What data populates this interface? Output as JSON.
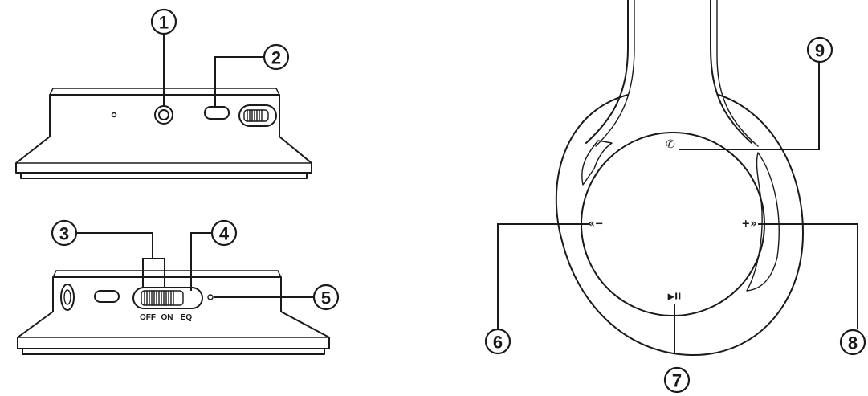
{
  "callouts": {
    "c1": "1",
    "c2": "2",
    "c3": "3",
    "c4": "4",
    "c5": "5",
    "c6": "6",
    "c7": "7",
    "c8": "8",
    "c9": "9"
  },
  "switch_labels": {
    "off": "OFF",
    "on": "ON",
    "eq": "EQ"
  },
  "button_glyphs": {
    "call": "✆",
    "prev": "«−",
    "next": "+»",
    "play_pause": "▶II"
  },
  "icons": [
    "phone-icon",
    "previous-volume-down-icon",
    "next-volume-up-icon",
    "play-pause-icon"
  ],
  "colors": {
    "line": "#1a1a1a",
    "background": "#ffffff"
  }
}
